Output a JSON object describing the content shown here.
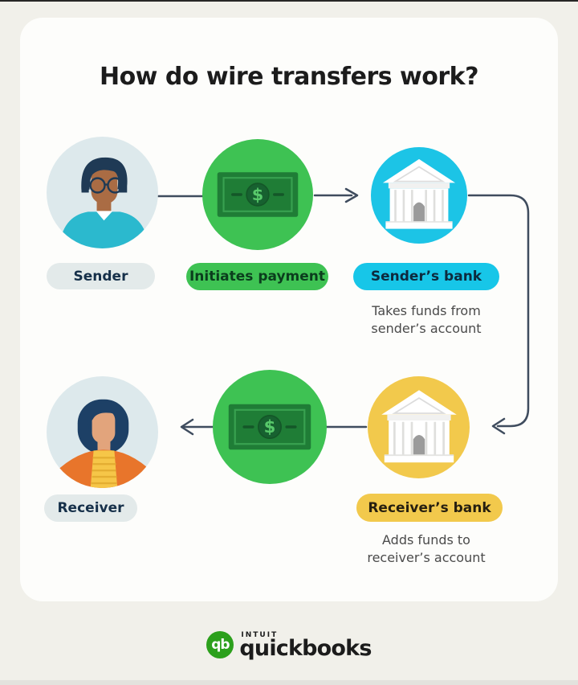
{
  "page": {
    "title": "How do wire transfers work?"
  },
  "flow": {
    "bill_symbol": "$",
    "row1": {
      "sender": {
        "label": "Sender",
        "icon": "sender-person"
      },
      "payment": {
        "label": "Initiates payment",
        "icon": "dollar-bill"
      },
      "senders_bank": {
        "label": "Sender’s bank",
        "icon": "bank-building",
        "description": "Takes funds from sender’s account"
      }
    },
    "row2": {
      "receiver": {
        "label": "Receiver",
        "icon": "receiver-person"
      },
      "payment": {
        "icon": "dollar-bill"
      },
      "receivers_bank": {
        "label": "Receiver’s bank",
        "icon": "bank-building",
        "description": "Adds funds to receiver’s account"
      }
    }
  },
  "footer": {
    "brand_small": "intuit",
    "brand_large": "quickbooks",
    "logo_monogram": "qb"
  },
  "colors": {
    "background": "#f1f0ea",
    "card": "#fdfdfb",
    "money_green": "#3ec253",
    "bill_dark_green": "#1f7d36",
    "bank_cyan": "#1cc4e6",
    "bank_yellow": "#f2c94c",
    "neutral_pill": "#e3eaea",
    "connector": "#3f4c5e",
    "quickbooks_green": "#2ca01c",
    "title_text": "#1c1c1c",
    "description_text": "#4a4a4a"
  }
}
